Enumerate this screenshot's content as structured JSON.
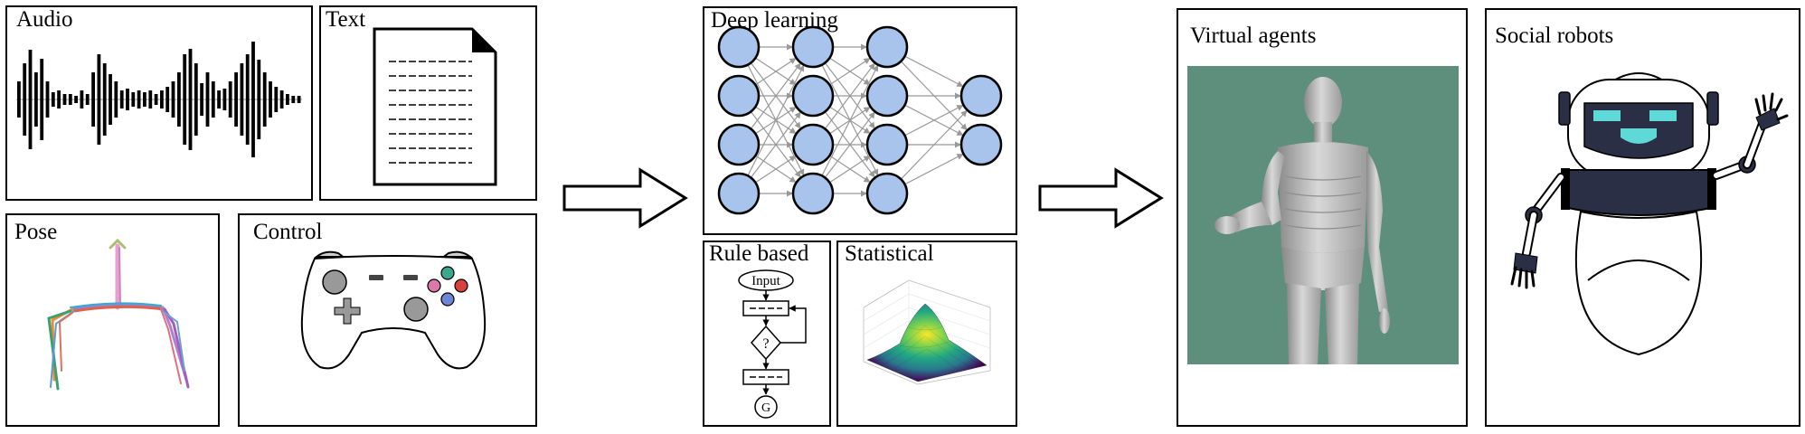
{
  "inputs": {
    "audio": {
      "label": "Audio"
    },
    "text": {
      "label": "Text"
    },
    "pose": {
      "label": "Pose"
    },
    "control": {
      "label": "Control"
    }
  },
  "models": {
    "deep_learning": {
      "label": "Deep learning"
    },
    "rule_based": {
      "label": "Rule based",
      "start_node": "Input",
      "decision_node": "?",
      "end_node": "G"
    },
    "statistical": {
      "label": "Statistical"
    }
  },
  "outputs": {
    "virtual_agents": {
      "label": "Virtual agents"
    },
    "social_robots": {
      "label": "Social robots"
    }
  },
  "colors": {
    "neuron_fill": "#a9c4ec",
    "agent_background": "#5e8f7d",
    "robot_dark": "#2b2f45",
    "robot_screen": "#5fd8d8",
    "pad_green": "#3aa88a",
    "pad_red": "#d94040",
    "pad_pink": "#d97aa8",
    "pad_blue": "#6f86d6"
  }
}
